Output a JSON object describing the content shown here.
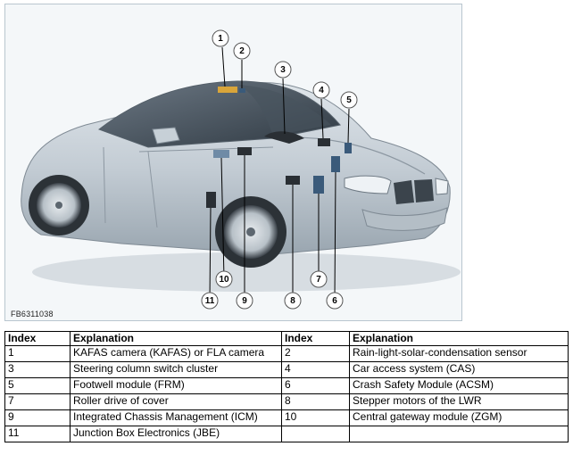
{
  "figure": {
    "id": "FB6311038",
    "callouts": [
      "1",
      "2",
      "3",
      "4",
      "5",
      "6",
      "7",
      "8",
      "9",
      "10",
      "11"
    ]
  },
  "table": {
    "headers": [
      "Index",
      "Explanation",
      "Index",
      "Explanation"
    ],
    "rows": [
      [
        "1",
        "KAFAS camera (KAFAS) or FLA camera",
        "2",
        "Rain-light-solar-condensation sensor"
      ],
      [
        "3",
        "Steering column switch cluster",
        "4",
        "Car access system (CAS)"
      ],
      [
        "5",
        "Footwell module (FRM)",
        "6",
        "Crash Safety Module (ACSM)"
      ],
      [
        "7",
        "Roller drive of cover",
        "8",
        "Stepper motors of the LWR"
      ],
      [
        "9",
        "Integrated Chassis Management (ICM)",
        "10",
        "Central gateway module (ZGM)"
      ],
      [
        "11",
        "Junction Box Electronics (JBE)",
        "",
        ""
      ]
    ]
  }
}
